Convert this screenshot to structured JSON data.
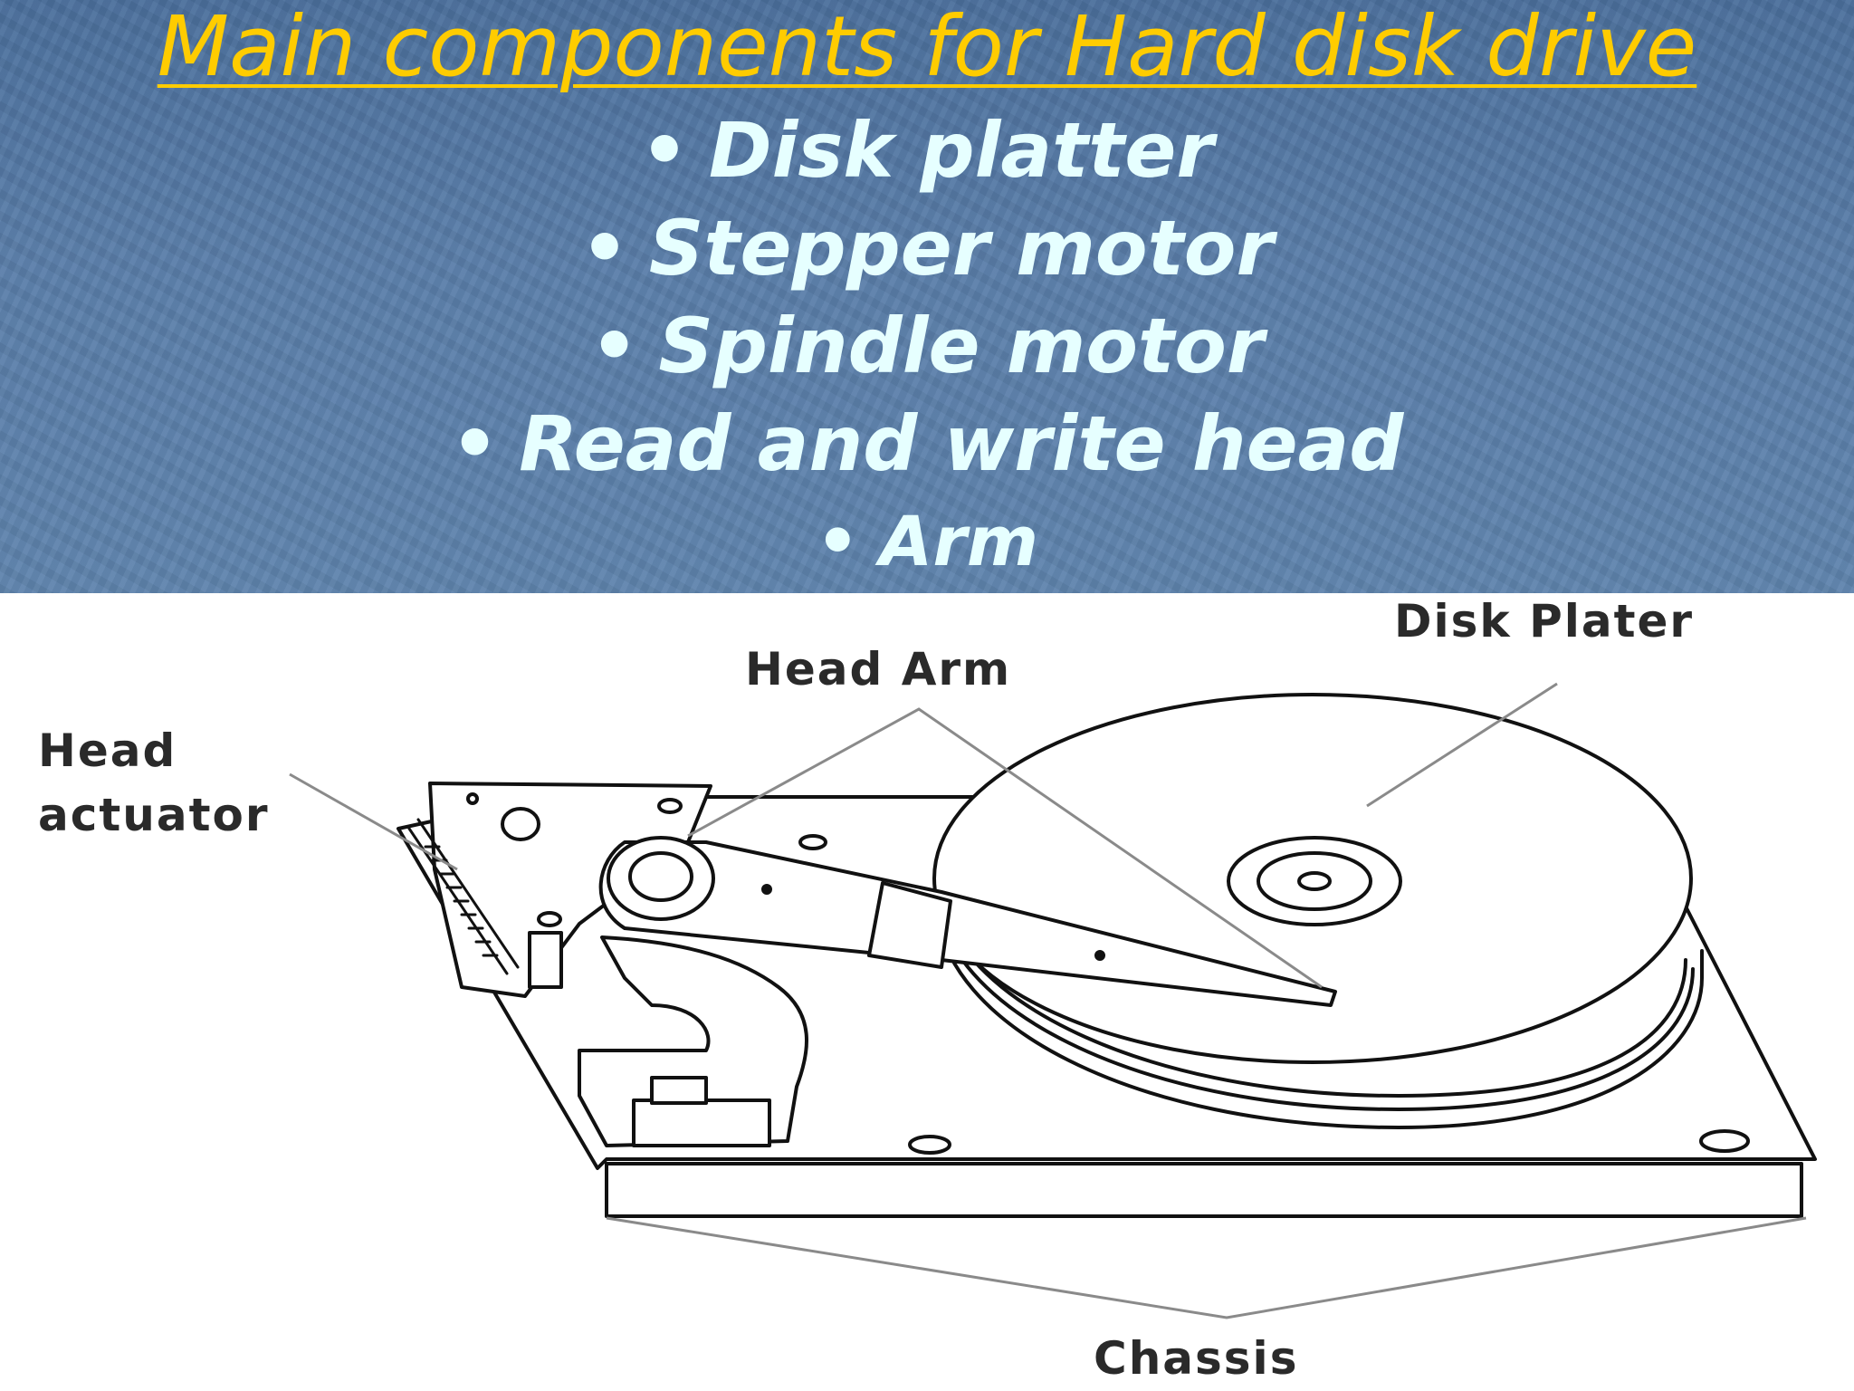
{
  "title": "Main components for Hard disk drive",
  "bullets": [
    {
      "marker": "•",
      "text": "Disk platter"
    },
    {
      "marker": "•",
      "text": "Stepper motor"
    },
    {
      "marker": "•",
      "text": "Spindle motor"
    },
    {
      "marker": "•",
      "text": "Read and write head"
    },
    {
      "marker": "•",
      "text": "Arm"
    }
  ],
  "diagram_labels": {
    "head_arm": "Head Arm",
    "disk_plater": "Disk Plater",
    "head_actuator_line1": "Head",
    "head_actuator_line2": "actuator",
    "chassis": "Chassis"
  },
  "colors": {
    "header_bg": "#5a7ea9",
    "title": "#ffcc00",
    "bullet_text": "#e6ffff",
    "label_text": "#2a2a2a"
  }
}
